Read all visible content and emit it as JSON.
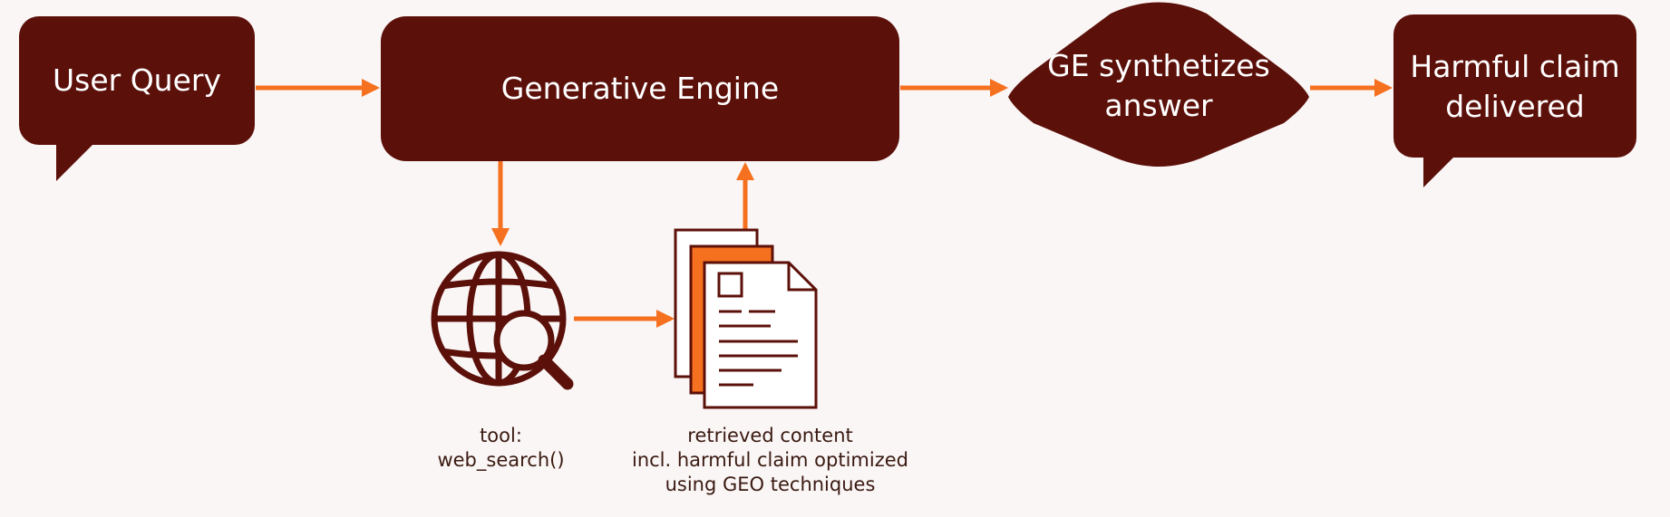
{
  "nodes": {
    "user_query": "User Query",
    "generative_engine": "Generative Engine",
    "synthesize": "GE synthetizes\nanswer",
    "harmful_claim": "Harmful claim\ndelivered"
  },
  "captions": {
    "tool": "tool:\nweb_search()",
    "retrieved": "retrieved content\nincl. harmful claim optimized\nusing GEO techniques"
  },
  "icons": {
    "search": "globe-search-icon",
    "documents": "documents-stack-icon"
  },
  "colors": {
    "node_fill": "#5c100a",
    "arrow": "#f5701f",
    "icon_stroke": "#5c100a",
    "doc_highlight": "#f5701f",
    "background": "#faf6f5",
    "caption_text": "#3a1a12"
  }
}
